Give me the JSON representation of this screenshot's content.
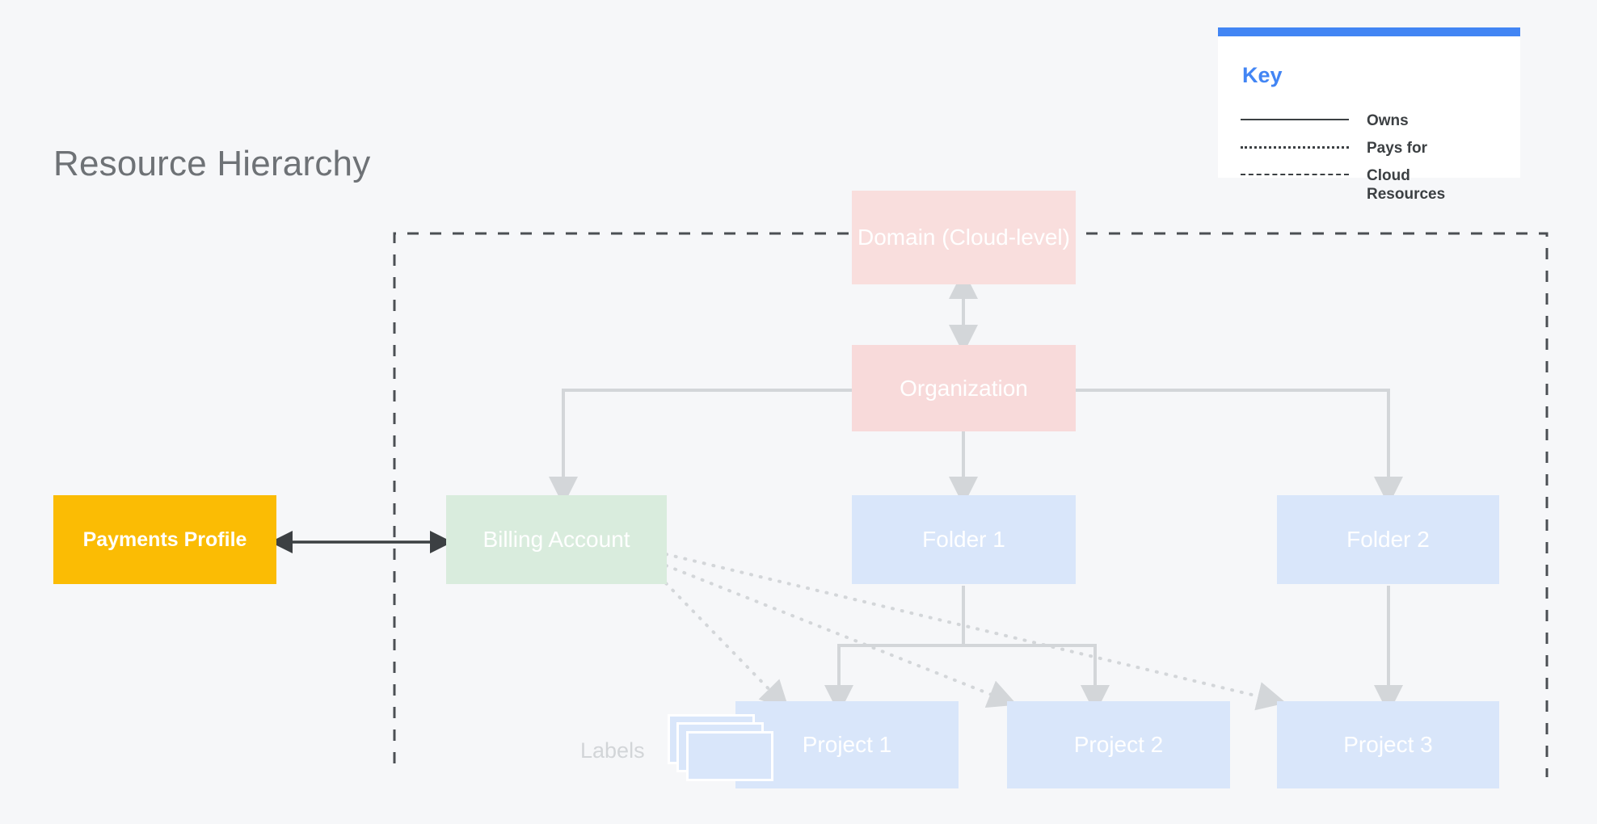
{
  "page": {
    "title": "Resource Hierarchy",
    "background_color": "#f6f7f9"
  },
  "key": {
    "title": "Key",
    "accent_color": "#4285f4",
    "rows": [
      {
        "style": "solid",
        "label": "Owns"
      },
      {
        "style": "dotted",
        "label": "Pays for"
      },
      {
        "style": "dashed",
        "label": "Cloud Resources"
      }
    ]
  },
  "diagram": {
    "labels_caption": "Labels",
    "cloud_boundary_style": "dashed",
    "nodes": {
      "domain": {
        "label": "Domain (Cloud-level)",
        "color": "#f9dedd"
      },
      "organization": {
        "label": "Organization",
        "color": "#f8dada"
      },
      "billing": {
        "label": "Billing Account",
        "color": "#d9ecdd"
      },
      "folder1": {
        "label": "Folder 1",
        "color": "#d9e6fa"
      },
      "folder2": {
        "label": "Folder 2",
        "color": "#d9e6fa"
      },
      "project1": {
        "label": "Project 1",
        "color": "#d9e6fa"
      },
      "project2": {
        "label": "Project 2",
        "color": "#d9e6fa"
      },
      "project3": {
        "label": "Project 3",
        "color": "#d9e6fa"
      },
      "payments": {
        "label": "Payments Profile",
        "color": "#fbbc04"
      }
    },
    "edges": [
      {
        "from": "domain",
        "to": "organization",
        "type": "owns",
        "arrows": "both"
      },
      {
        "from": "organization",
        "to": "billing",
        "type": "owns",
        "arrows": "end"
      },
      {
        "from": "organization",
        "to": "folder1",
        "type": "owns",
        "arrows": "end"
      },
      {
        "from": "organization",
        "to": "folder2",
        "type": "owns",
        "arrows": "end"
      },
      {
        "from": "folder1",
        "to": "project1",
        "type": "owns",
        "arrows": "end"
      },
      {
        "from": "folder1",
        "to": "project2",
        "type": "owns",
        "arrows": "end"
      },
      {
        "from": "folder2",
        "to": "project3",
        "type": "owns",
        "arrows": "end"
      },
      {
        "from": "billing",
        "to": "project1",
        "type": "pays-for",
        "arrows": "end"
      },
      {
        "from": "billing",
        "to": "project2",
        "type": "pays-for",
        "arrows": "end"
      },
      {
        "from": "billing",
        "to": "project3",
        "type": "pays-for",
        "arrows": "end"
      },
      {
        "from": "payments",
        "to": "billing",
        "type": "link",
        "arrows": "both"
      }
    ]
  }
}
